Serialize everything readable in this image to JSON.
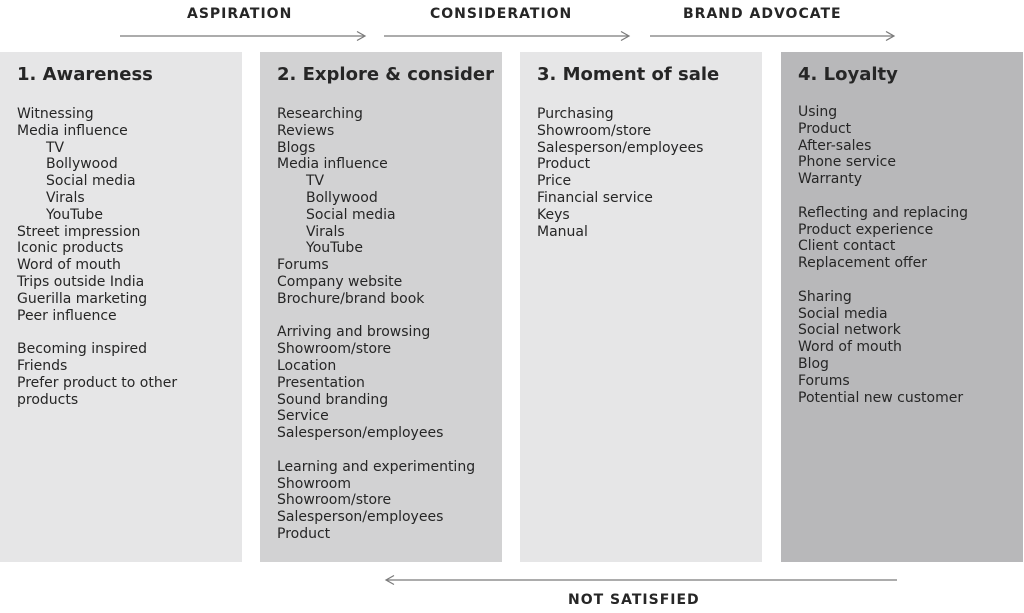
{
  "phases": {
    "aspiration": "ASPIRATION",
    "consideration": "CONSIDERATION",
    "brand_advocate": "BRAND ADVOCATE"
  },
  "feedback_label": "NOT SATISFIED",
  "columns": [
    {
      "title": "1. Awareness",
      "items": [
        {
          "text": "Witnessing"
        },
        {
          "text": "Media influence"
        },
        {
          "text": "TV",
          "indent": true
        },
        {
          "text": "Bollywood",
          "indent": true
        },
        {
          "text": "Social media",
          "indent": true
        },
        {
          "text": "Virals",
          "indent": true
        },
        {
          "text": "YouTube",
          "indent": true
        },
        {
          "text": "Street impression"
        },
        {
          "text": "Iconic products"
        },
        {
          "text": "Word of mouth"
        },
        {
          "text": "Trips outside India"
        },
        {
          "text": "Guerilla marketing"
        },
        {
          "text": "Peer influence"
        },
        {
          "text": "Becoming inspired",
          "gap": true
        },
        {
          "text": "Friends"
        },
        {
          "text": "Prefer product to other products",
          "wrap": true
        }
      ]
    },
    {
      "title": "2. Explore & consider",
      "items": [
        {
          "text": "Researching"
        },
        {
          "text": "Reviews"
        },
        {
          "text": "Blogs"
        },
        {
          "text": "Media influence"
        },
        {
          "text": "TV",
          "indent": true
        },
        {
          "text": "Bollywood",
          "indent": true
        },
        {
          "text": "Social media",
          "indent": true
        },
        {
          "text": "Virals",
          "indent": true
        },
        {
          "text": "YouTube",
          "indent": true
        },
        {
          "text": "Forums"
        },
        {
          "text": "Company website"
        },
        {
          "text": "Brochure/brand book"
        },
        {
          "text": "Arriving and browsing",
          "gap": true
        },
        {
          "text": "Showroom/store"
        },
        {
          "text": "Location"
        },
        {
          "text": "Presentation"
        },
        {
          "text": "Sound branding"
        },
        {
          "text": "Service"
        },
        {
          "text": "Salesperson/employees"
        },
        {
          "text": "Learning and experimenting",
          "gap": true
        },
        {
          "text": "Showroom"
        },
        {
          "text": "Showroom/store"
        },
        {
          "text": "Salesperson/employees"
        },
        {
          "text": "Product"
        }
      ]
    },
    {
      "title": "3. Moment of sale",
      "items": [
        {
          "text": "Purchasing"
        },
        {
          "text": "Showroom/store"
        },
        {
          "text": "Salesperson/employees"
        },
        {
          "text": "Product"
        },
        {
          "text": "Price"
        },
        {
          "text": "Financial service"
        },
        {
          "text": "Keys"
        },
        {
          "text": "Manual"
        }
      ]
    },
    {
      "title": "4. Loyalty",
      "items": [
        {
          "text": "Using"
        },
        {
          "text": "Product"
        },
        {
          "text": "After-sales"
        },
        {
          "text": "Phone service"
        },
        {
          "text": "Warranty"
        },
        {
          "text": "Reflecting and replacing",
          "gap": true
        },
        {
          "text": "Product experience"
        },
        {
          "text": "Client contact"
        },
        {
          "text": "Replacement offer"
        },
        {
          "text": "Sharing",
          "gap": true
        },
        {
          "text": "Social media"
        },
        {
          "text": "Social network"
        },
        {
          "text": "Word of mouth"
        },
        {
          "text": "Blog"
        },
        {
          "text": "Forums"
        },
        {
          "text": "Potential new customer"
        }
      ]
    }
  ]
}
